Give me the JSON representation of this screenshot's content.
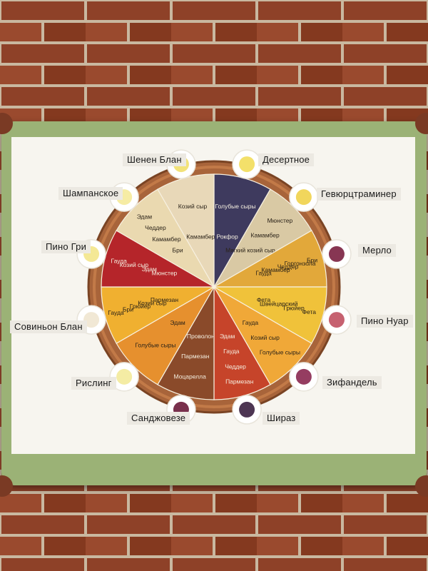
{
  "scene": "wine-cheese-pairing-poster",
  "wall_color": "#7a3a24",
  "board_color": "#9bb276",
  "wines": [
    {
      "name": "Десертное",
      "color": "#f2dd5a"
    },
    {
      "name": "Гевюрцтраминер",
      "color": "#f0d24a"
    },
    {
      "name": "Мерло",
      "color": "#7a2040"
    },
    {
      "name": "Пино Нуар",
      "color": "#c05060"
    },
    {
      "name": "Зифандель",
      "color": "#8a2850"
    },
    {
      "name": "Шираз",
      "color": "#3a2040"
    },
    {
      "name": "Санджовезе",
      "color": "#6a1a3a"
    },
    {
      "name": "Рислинг",
      "color": "#f3ea9a"
    },
    {
      "name": "Совиньон Блан",
      "color": "#efe6d0"
    },
    {
      "name": "Пино Гри",
      "color": "#f3e58a"
    },
    {
      "name": "Шампанское",
      "color": "#f5ea9a"
    },
    {
      "name": "Шенен Блан",
      "color": "#f1df6a"
    }
  ],
  "sectors": [
    {
      "wine": "Десертное",
      "color": "#3e3a5e",
      "cheeses": [
        "Рокфор",
        "Голубые сыры"
      ]
    },
    {
      "wine": "Гевюрцтраминер",
      "color": "#d9c9a4",
      "cheeses": [
        "Мягкий козий сыр",
        "Камамбер",
        "Мюнстер"
      ]
    },
    {
      "wine": "Мерло",
      "color": "#e2a83a",
      "cheeses": [
        "Гауда",
        "Камамбер",
        "Чеддер",
        "Горгонзола",
        "Бри"
      ]
    },
    {
      "wine": "Пино Нуар",
      "color": "#f0c23a",
      "cheeses": [
        "Фета",
        "Швейцарский",
        "Грюйер",
        "Фета"
      ]
    },
    {
      "wine": "Зифандель",
      "color": "#f0a838",
      "cheeses": [
        "Гауда",
        "Козий сыр",
        "Голубые сыры"
      ]
    },
    {
      "wine": "Шираз",
      "color": "#c6442a",
      "cheeses": [
        "Эдам",
        "Гауда",
        "Чеддер",
        "Пармезан"
      ]
    },
    {
      "wine": "Санджовезе",
      "color": "#8a4a2a",
      "cheeses": [
        "Проволон",
        "Пармезан",
        "Моцарелла"
      ]
    },
    {
      "wine": "Рислинг",
      "color": "#e6902e",
      "cheeses": [
        "Эдам",
        "Голубые сыры"
      ]
    },
    {
      "wine": "Совиньон Блан",
      "color": "#f0b030",
      "cheeses": [
        "Пармезан",
        "Козий сыр",
        "Грюйер",
        "Бри",
        "Гауда"
      ]
    },
    {
      "wine": "Пино Гри",
      "color": "#b5252a",
      "cheeses": [
        "Мюнстер",
        "Эдам",
        "Козий сыр",
        "Гауда"
      ]
    },
    {
      "wine": "Шампанское",
      "color": "#ead9b0",
      "cheeses": [
        "Бри",
        "Камамбер",
        "Чеддер",
        "Эдам"
      ]
    },
    {
      "wine": "Шенен Блан",
      "color": "#e8d8b8",
      "cheeses": [
        "Камамбер",
        "Козий сыр"
      ]
    }
  ]
}
